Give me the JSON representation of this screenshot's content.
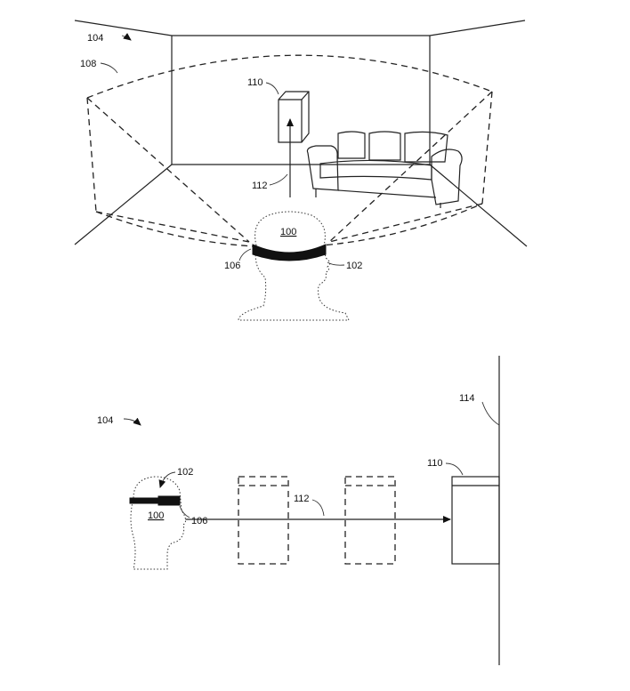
{
  "figure_top": {
    "labels": {
      "room": "104",
      "field_of_view": "108",
      "object": "110",
      "line_of_sight": "112",
      "user": "100",
      "sensor": "106",
      "headset": "102"
    }
  },
  "figure_bottom": {
    "labels": {
      "room": "104",
      "wall": "114",
      "object": "110",
      "line_of_sight": "112",
      "headset": "102",
      "user": "100",
      "sensor": "106"
    }
  }
}
